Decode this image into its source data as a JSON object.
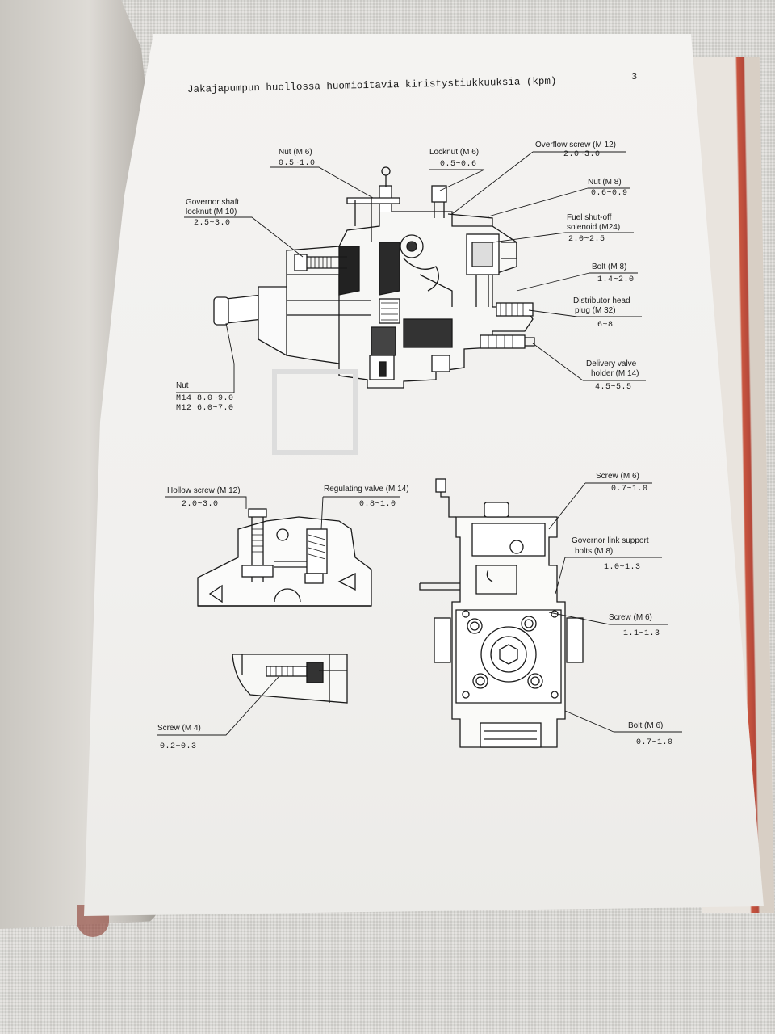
{
  "page": {
    "number": "3",
    "title": "Jakajapumpun huollossa huomioitavia kiristystiukkuuksia (kpm)"
  },
  "figure_main": {
    "labels": {
      "nut_m6": {
        "name": "Nut (M 6)",
        "value": "0.5~1.0"
      },
      "locknut_m6": {
        "name": "Locknut (M 6)",
        "value": "0.5~0.6"
      },
      "overflow_screw": {
        "name": "Overflow screw (M 12)",
        "value": "2.0~3.0"
      },
      "nut_m8": {
        "name": "Nut (M 8)",
        "value": "0.6~0.9"
      },
      "fuel_shutoff_line1": "Fuel shut-off",
      "fuel_shutoff_line2": "solenoid (M24)",
      "fuel_shutoff_value": "2.0~2.5",
      "governor_shaft_line1": "Governor shaft",
      "governor_shaft_line2": "locknut (M 10)",
      "governor_shaft_value": "2.5~3.0",
      "bolt_m8": {
        "name": "Bolt (M 8)",
        "value": "1.4~2.0"
      },
      "distributor_head_line1": "Distributor head",
      "distributor_head_line2": "plug (M 32)",
      "distributor_head_value": "6~8",
      "delivery_valve_line1": "Delivery valve",
      "delivery_valve_line2": "holder (M 14)",
      "delivery_valve_value": "4.5~5.5",
      "nut_title": "Nut",
      "nut_m14": "M14  8.0~9.0",
      "nut_m12": "M12  6.0~7.0"
    }
  },
  "figure_lower_left": {
    "hollow_screw": {
      "name": "Hollow screw (M 12)",
      "value": "2.0~3.0"
    },
    "regulating_valve": {
      "name": "Regulating valve (M 14)",
      "value": "0.8~1.0"
    },
    "screw_m4": {
      "name": "Screw (M 4)",
      "value": "0.2~0.3"
    }
  },
  "figure_lower_right": {
    "screw_m6_top": {
      "name": "Screw (M 6)",
      "value": "0.7~1.0"
    },
    "governor_link_line1": "Governor link support",
    "governor_link_line2": "bolts (M 8)",
    "governor_link_value": "1.0~1.3",
    "screw_m6_mid": {
      "name": "Screw (M 6)",
      "value": "1.1~1.3"
    },
    "bolt_m6": {
      "name": "Bolt (M 6)",
      "value": "0.7~1.0"
    }
  }
}
